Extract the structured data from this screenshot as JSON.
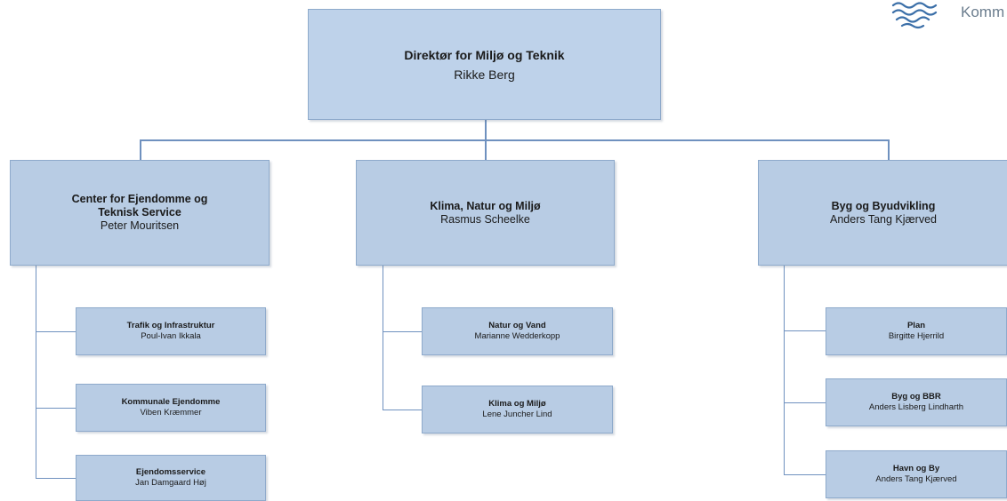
{
  "logo": {
    "text": "Komm",
    "icon": "waves-icon",
    "color": "#3b6fa8"
  },
  "colors": {
    "box_fill": "#b8cce4",
    "box_border": "#8eaacb",
    "connector": "#6f91bf"
  },
  "director": {
    "title": "Direktør for Miljø og Teknik",
    "name": "Rikke Berg"
  },
  "centers": [
    {
      "title": "Center for Ejendomme og Teknisk Service",
      "name": "Peter Mouritsen",
      "units": [
        {
          "title": "Trafik og Infrastruktur",
          "name": "Poul-Ivan Ikkala"
        },
        {
          "title": "Kommunale Ejendomme",
          "name": "Viben Kræmmer"
        },
        {
          "title": "Ejendomsservice",
          "name": "Jan Damgaard Høj"
        }
      ]
    },
    {
      "title": "Klima, Natur og Miljø",
      "name": "Rasmus Scheelke",
      "units": [
        {
          "title": "Natur og Vand",
          "name": "Marianne Wedderkopp"
        },
        {
          "title": "Klima og Miljø",
          "name": "Lene Juncher Lind"
        }
      ]
    },
    {
      "title": "Byg og Byudvikling",
      "name": "Anders Tang Kjærved",
      "units": [
        {
          "title": "Plan",
          "name": "Birgitte Hjerrild"
        },
        {
          "title": "Byg og BBR",
          "name": "Anders Lisberg Lindharth"
        },
        {
          "title": "Havn og By",
          "name": "Anders Tang Kjærved"
        }
      ]
    }
  ]
}
